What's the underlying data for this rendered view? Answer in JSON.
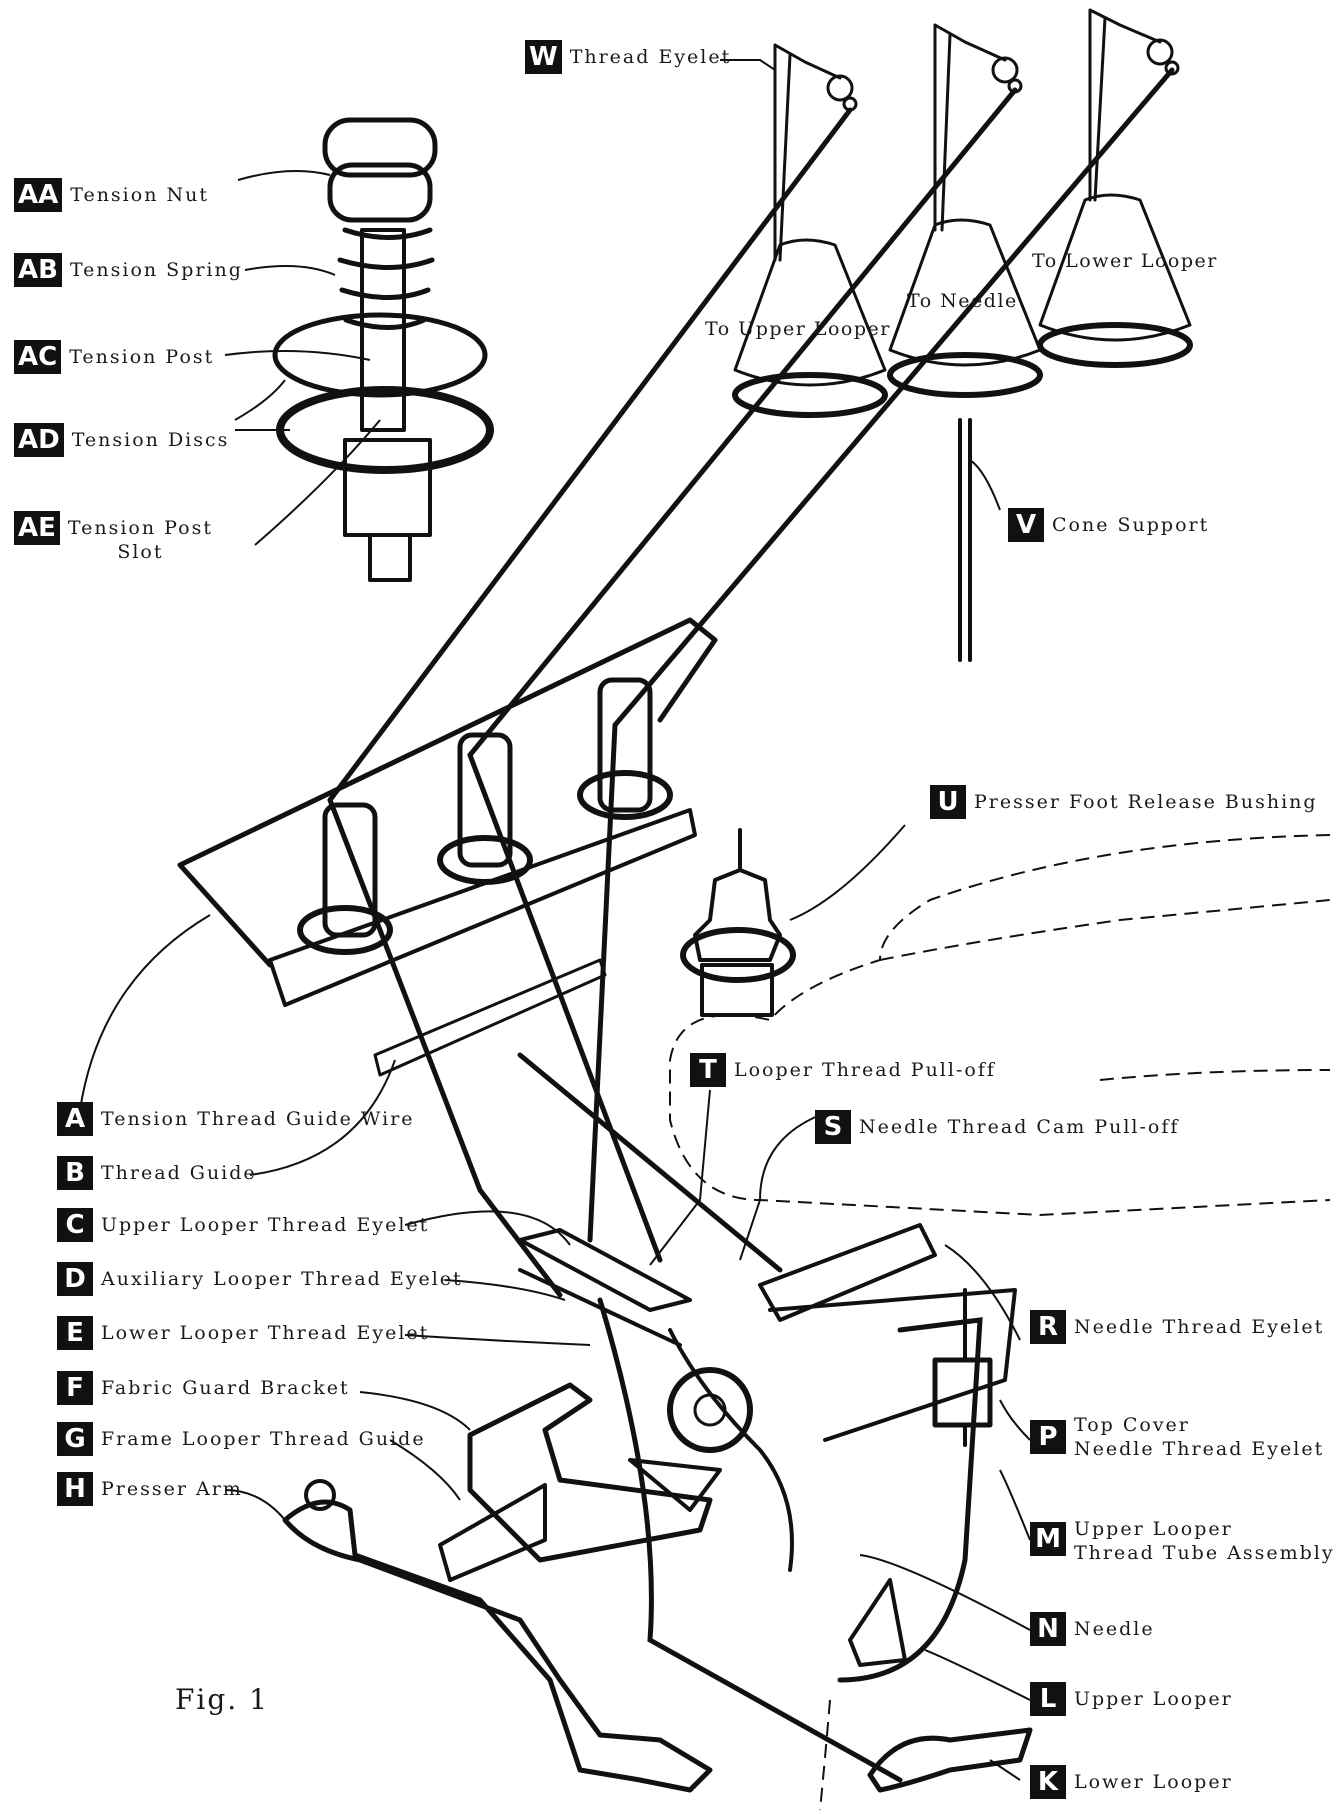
{
  "figure_label": "Fig. 1",
  "cone_labels": {
    "upper_looper": "To Upper Looper",
    "needle": "To Needle",
    "lower_looper": "To Lower Looper"
  },
  "callouts": [
    {
      "id": "W",
      "text": "Thread Eyelet"
    },
    {
      "id": "AA",
      "text": "Tension Nut"
    },
    {
      "id": "AB",
      "text": "Tension Spring"
    },
    {
      "id": "AC",
      "text": "Tension Post"
    },
    {
      "id": "AD",
      "text": "Tension Discs"
    },
    {
      "id": "AE",
      "text": "Tension Post\nSlot"
    },
    {
      "id": "V",
      "text": "Cone Support"
    },
    {
      "id": "U",
      "text": "Presser Foot Release Bushing"
    },
    {
      "id": "T",
      "text": "Looper Thread Pull-off"
    },
    {
      "id": "S",
      "text": "Needle Thread Cam Pull-off"
    },
    {
      "id": "A",
      "text": "Tension Thread Guide Wire"
    },
    {
      "id": "B",
      "text": "Thread Guide"
    },
    {
      "id": "C",
      "text": "Upper Looper Thread Eyelet"
    },
    {
      "id": "D",
      "text": "Auxiliary Looper Thread Eyelet"
    },
    {
      "id": "E",
      "text": "Lower Looper Thread Eyelet"
    },
    {
      "id": "F",
      "text": "Fabric Guard Bracket"
    },
    {
      "id": "G",
      "text": "Frame Looper Thread Guide"
    },
    {
      "id": "H",
      "text": "Presser Arm"
    },
    {
      "id": "R",
      "text": "Needle Thread Eyelet"
    },
    {
      "id": "P",
      "text": "Top Cover\nNeedle Thread Eyelet"
    },
    {
      "id": "M",
      "text": "Upper Looper\nThread Tube Assembly"
    },
    {
      "id": "N",
      "text": "Needle"
    },
    {
      "id": "L",
      "text": "Upper Looper"
    },
    {
      "id": "K",
      "text": "Lower Looper"
    }
  ]
}
